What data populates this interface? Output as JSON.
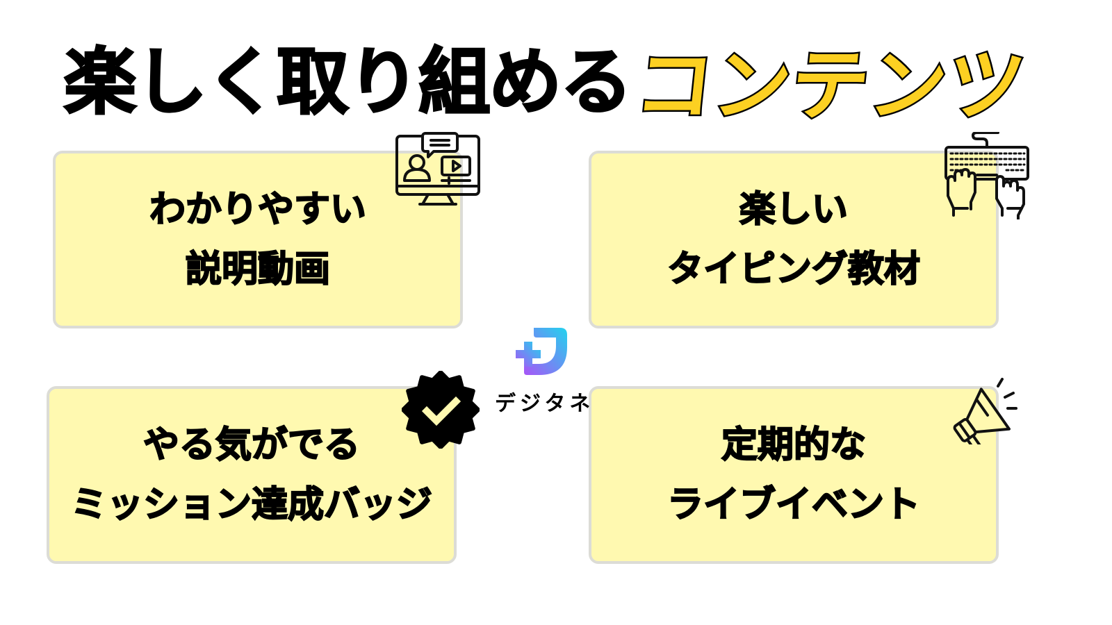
{
  "title": {
    "main": "楽しく取り組める",
    "highlight": "コンテンツ",
    "highlight_color": "#fcd022"
  },
  "cards": [
    {
      "lines": [
        "わかりやすい",
        "説明動画"
      ],
      "icon": "video-lesson-icon"
    },
    {
      "lines": [
        "楽しい",
        "タイピング教材"
      ],
      "icon": "keyboard-typing-icon"
    },
    {
      "lines": [
        "やる気がでる",
        "ミッション達成バッジ"
      ],
      "icon": "verified-badge-icon"
    },
    {
      "lines": [
        "定期的な",
        "ライブイベント"
      ],
      "icon": "megaphone-icon"
    }
  ],
  "card_style": {
    "background": "#fff9b0",
    "border": "#dcdcd6"
  },
  "logo": {
    "text": "デジタネ",
    "gradient_start": "#a855f7",
    "gradient_end": "#22d3ee"
  }
}
